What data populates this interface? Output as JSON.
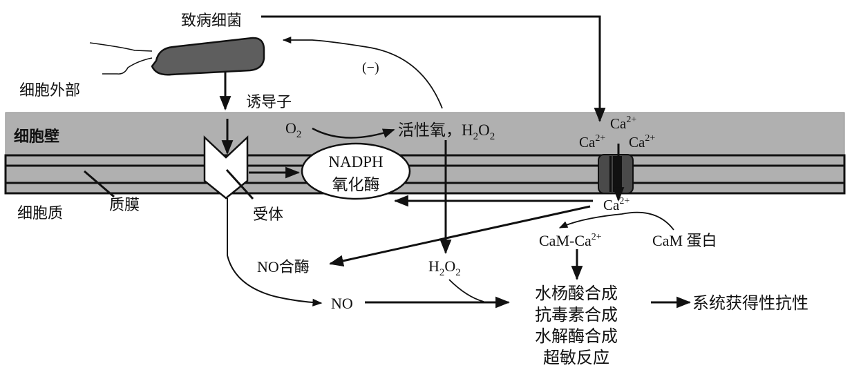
{
  "labels": {
    "pathogen": "致病细菌",
    "extracellular": "细胞外部",
    "elicitor": "诱导子",
    "inhibit": "(−)",
    "cell_wall": "细胞壁",
    "o2": "O",
    "o2_sub": "2",
    "ros_prefix": "活性氧，",
    "h2o2_h": "H",
    "h2o2_2a": "2",
    "h2o2_o": "O",
    "h2o2_2b": "2",
    "nadph_line1": "NADPH",
    "nadph_line2": "氧化酶",
    "cytoplasm": "细胞质",
    "plasma_membrane": "质膜",
    "receptor": "受体",
    "ca_base": "Ca",
    "ca_charge": "2+",
    "cam_ca_base": "CaM-Ca",
    "cam_protein": "CaM 蛋白",
    "no_synthase": "NO合酶",
    "no": "NO",
    "responses": [
      "水杨酸合成",
      "抗毒素合成",
      "水解酶合成",
      "超敏反应"
    ],
    "sar": "系统获得性抗性"
  },
  "colors": {
    "cell_wall_fill": "#b0b0b0",
    "membrane_fill": "#b0b0b0",
    "bacterium_fill": "#5e5e5e",
    "channel_fill": "#4a4a4a",
    "line": "#111111"
  }
}
